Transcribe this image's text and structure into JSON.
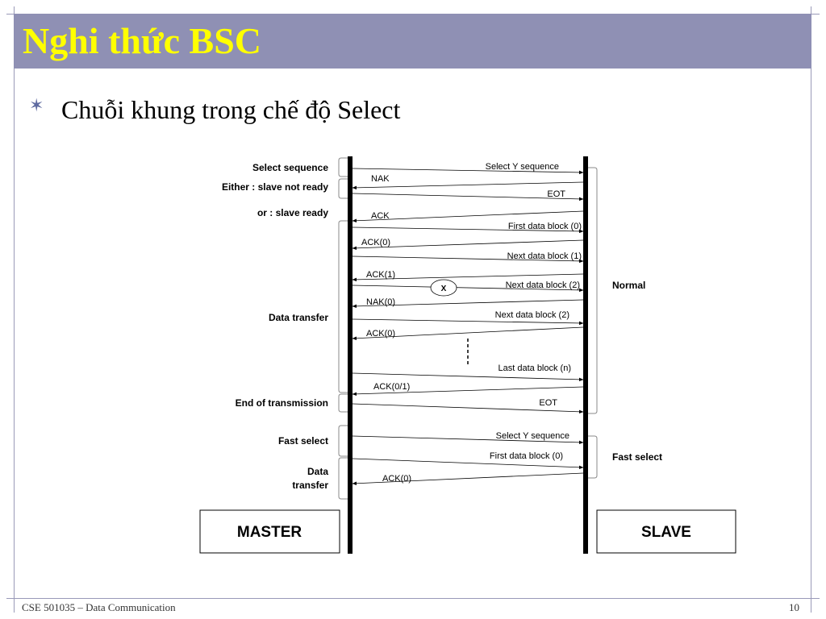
{
  "slide": {
    "title": "Nghi thức BSC",
    "bullet": "Chuỗi khung trong chế độ Select",
    "footer_left": "CSE 501035 – Data Communication",
    "page_number": "10"
  },
  "diagram": {
    "master_label": "MASTER",
    "slave_label": "SLAVE",
    "left_labels": {
      "select_sequence": "Select sequence",
      "either": "Either : slave not ready",
      "or": "or : slave ready",
      "data_transfer": "Data transfer",
      "end_of_transmission": "End of transmission",
      "fast_select": "Fast select",
      "data_transfer_2_line1": "Data",
      "data_transfer_2_line2": "transfer"
    },
    "right_labels": {
      "normal": "Normal",
      "fast_select": "Fast select"
    },
    "error_marker": "X",
    "messages": [
      {
        "text": "Select Y sequence",
        "dir": "to_slave"
      },
      {
        "text": "NAK",
        "dir": "to_master"
      },
      {
        "text": "EOT",
        "dir": "to_slave"
      },
      {
        "text": "ACK",
        "dir": "to_master"
      },
      {
        "text": "First data block (0)",
        "dir": "to_slave"
      },
      {
        "text": "ACK(0)",
        "dir": "to_master"
      },
      {
        "text": "Next data block (1)",
        "dir": "to_slave"
      },
      {
        "text": "ACK(1)",
        "dir": "to_master"
      },
      {
        "text": "Next data block (2)",
        "dir": "to_slave",
        "lost": true
      },
      {
        "text": "NAK(0)",
        "dir": "to_master"
      },
      {
        "text": "Next data block (2)",
        "dir": "to_slave"
      },
      {
        "text": "ACK(0)",
        "dir": "to_master"
      },
      {
        "text": "Last data block (n)",
        "dir": "to_slave"
      },
      {
        "text": "ACK(0/1)",
        "dir": "to_master"
      },
      {
        "text": "EOT",
        "dir": "to_slave"
      },
      {
        "text": "Select Y sequence",
        "dir": "to_slave"
      },
      {
        "text": "First data block (0)",
        "dir": "to_slave"
      },
      {
        "text": "ACK(0)",
        "dir": "to_master"
      }
    ]
  }
}
